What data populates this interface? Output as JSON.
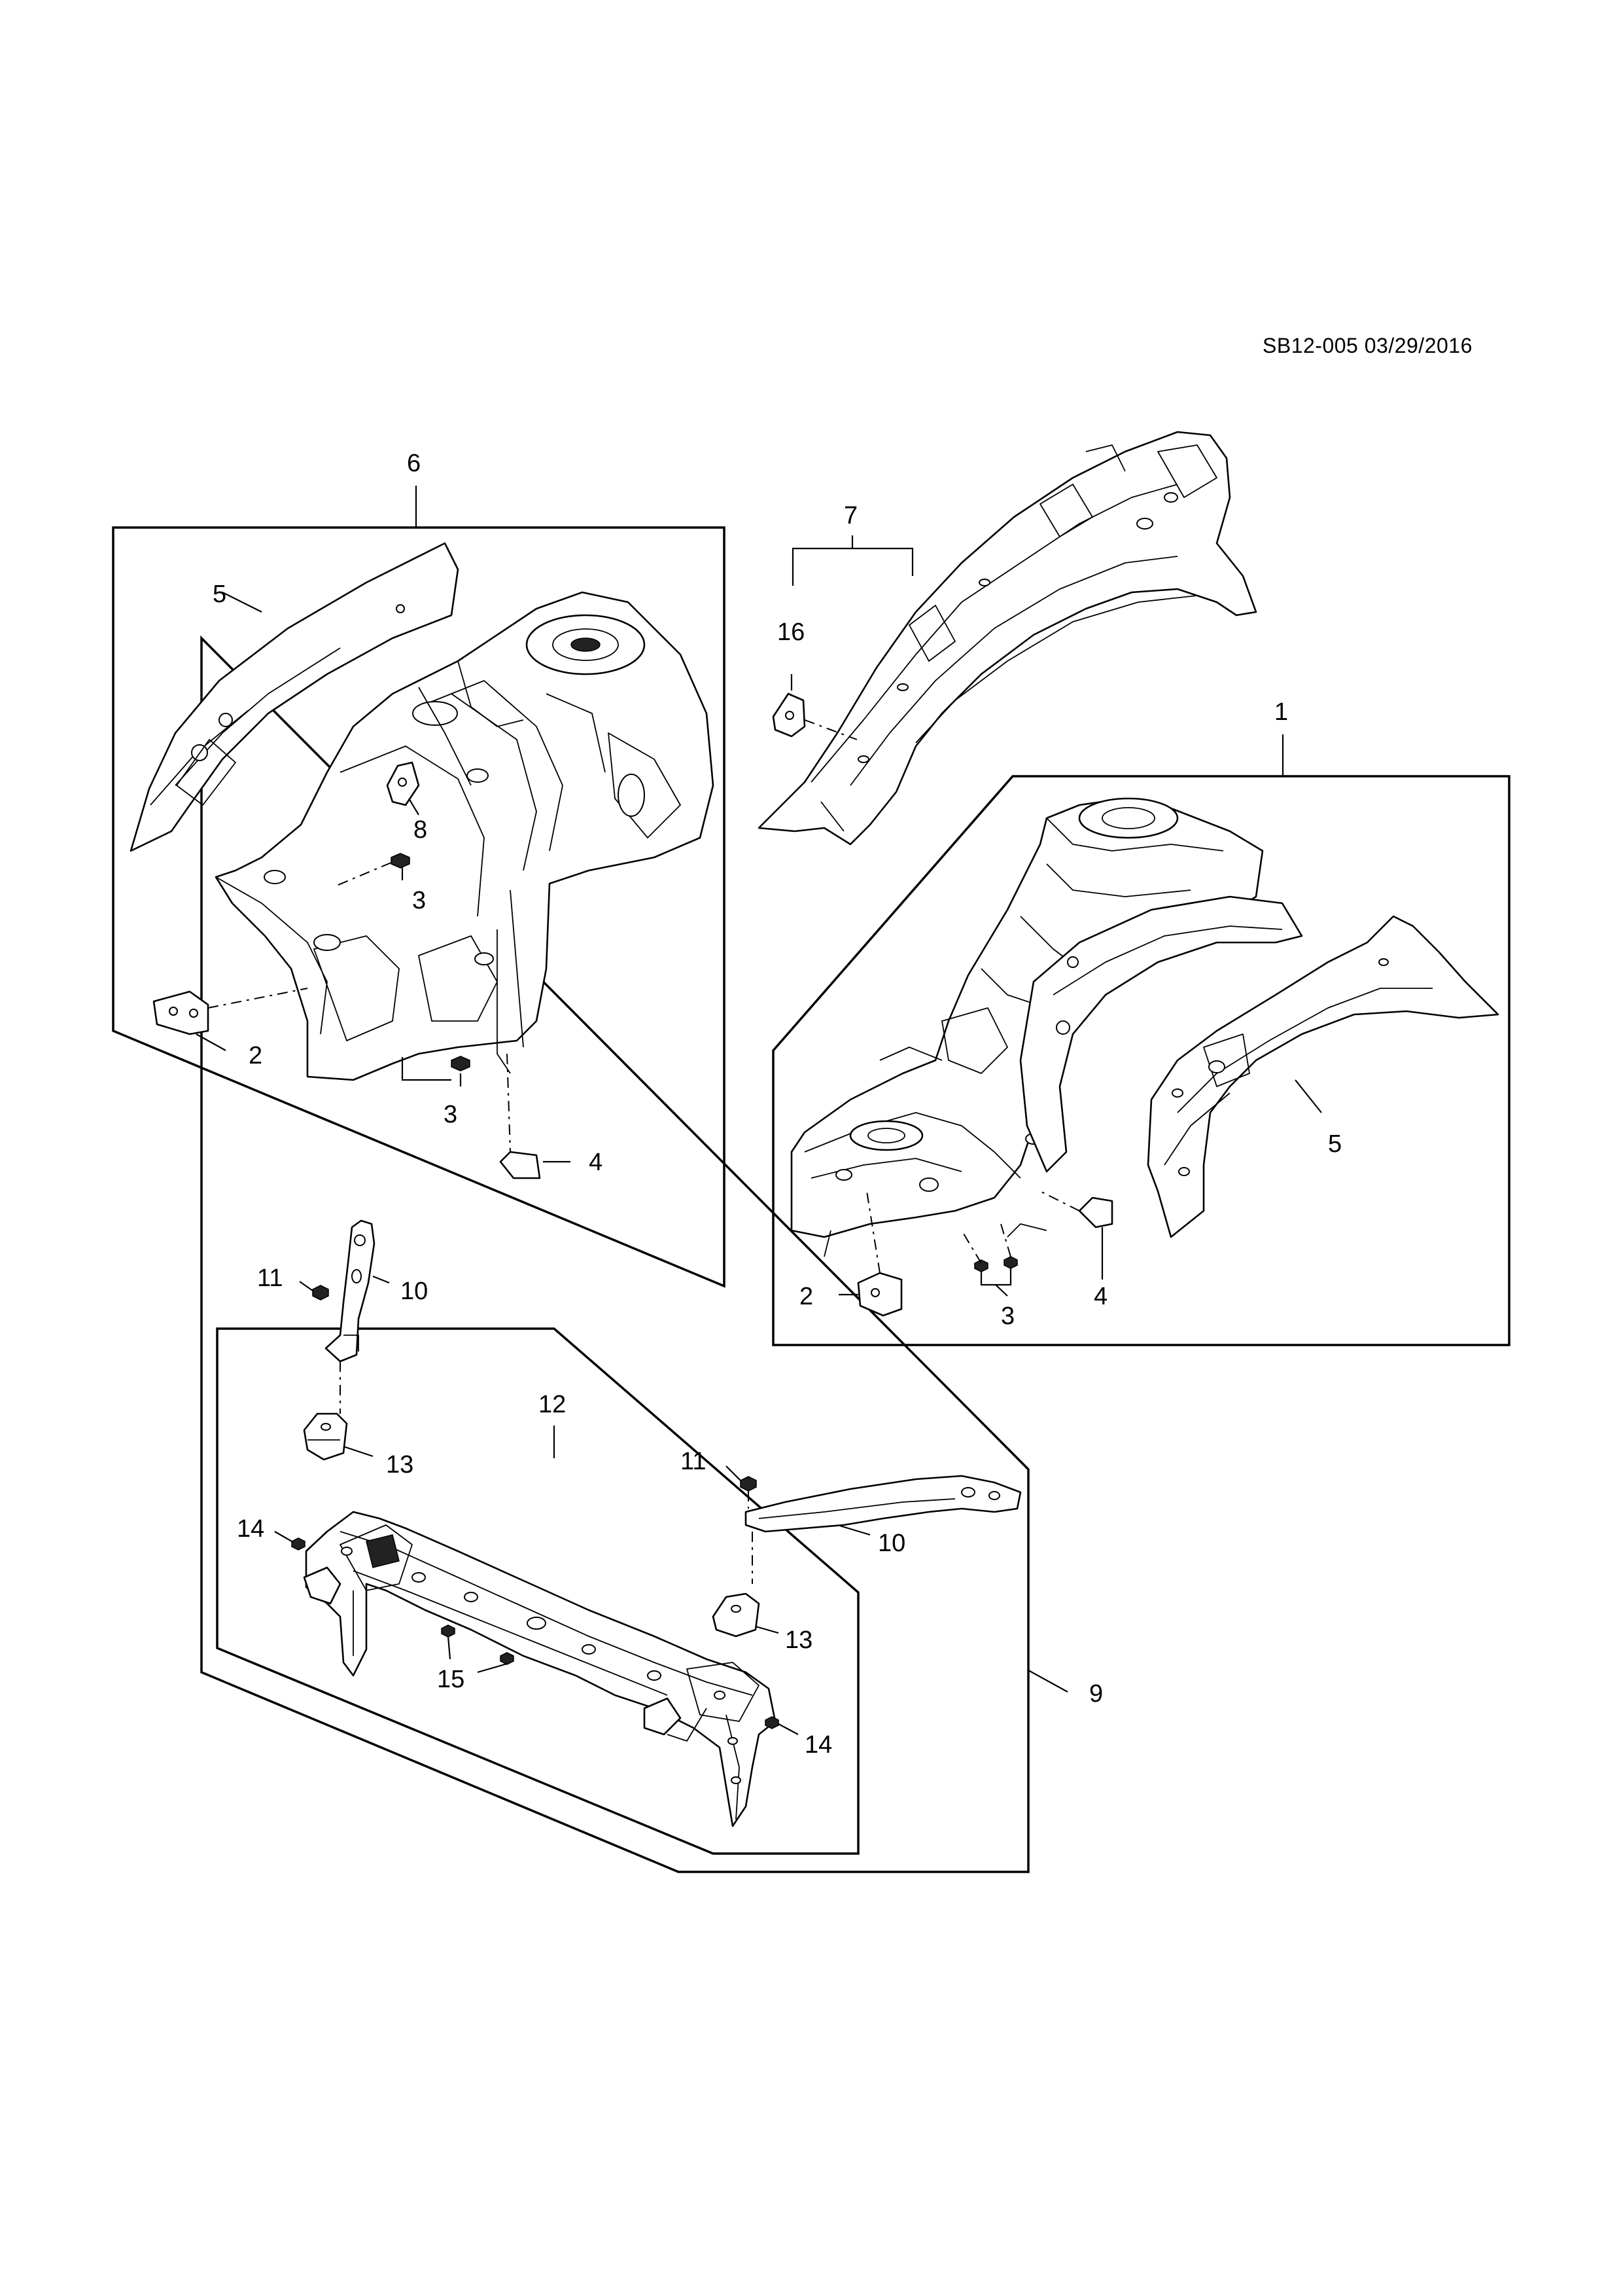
{
  "document": {
    "code": "SB12-005 03/29/2016"
  },
  "callouts": {
    "c1": "1",
    "c2a": "2",
    "c2b": "2",
    "c3a": "3",
    "c3b": "3",
    "c3c": "3",
    "c4a": "4",
    "c4b": "4",
    "c5a": "5",
    "c5b": "5",
    "c6": "6",
    "c7": "7",
    "c8": "8",
    "c9": "9",
    "c10a": "10",
    "c10b": "10",
    "c11a": "11",
    "c11b": "11",
    "c12": "12",
    "c13a": "13",
    "c13b": "13",
    "c14a": "14",
    "c14b": "14",
    "c15": "15",
    "c16": "16"
  }
}
